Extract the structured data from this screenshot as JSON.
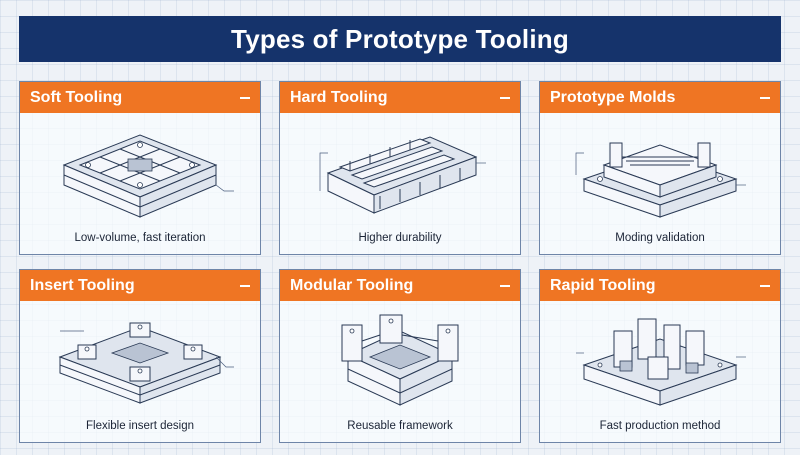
{
  "title": "Types of Prototype Tooling",
  "cards": [
    {
      "name": "Soft Tooling",
      "caption": "Low-volume, fast iteration",
      "icon": "soft-tooling-block-icon"
    },
    {
      "name": "Hard Tooling",
      "caption": "Higher durability",
      "icon": "hard-tooling-block-icon"
    },
    {
      "name": "Prototype Molds",
      "caption": "Moding validation",
      "icon": "prototype-mold-icon"
    },
    {
      "name": "Insert Tooling",
      "caption": "Flexible insert design",
      "icon": "insert-tooling-icon"
    },
    {
      "name": "Modular Tooling",
      "caption": "Reusable framework",
      "icon": "modular-tooling-icon"
    },
    {
      "name": "Rapid Tooling",
      "caption": "Fast production method",
      "icon": "rapid-tooling-icon"
    }
  ],
  "colors": {
    "title_bg": "#15336b",
    "header_bg": "#ef7523",
    "header_text": "#ffffff"
  }
}
